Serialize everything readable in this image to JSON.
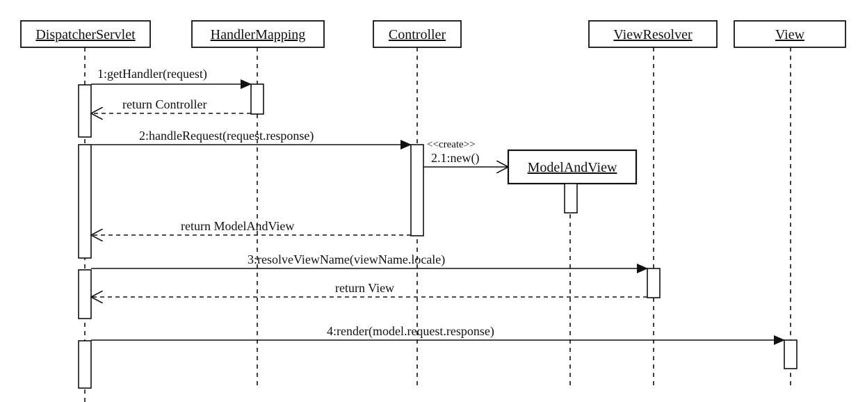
{
  "participants": [
    {
      "id": "dispatcher",
      "name": "DispatcherServlet"
    },
    {
      "id": "handlermapping",
      "name": "HandlerMapping"
    },
    {
      "id": "controller",
      "name": "Controller"
    },
    {
      "id": "viewresolver",
      "name": "ViewResolver"
    },
    {
      "id": "view",
      "name": "View"
    }
  ],
  "created_object": {
    "name": "ModelAndView",
    "stereotype": "<<create>>"
  },
  "messages": {
    "m1": "1:getHandler(request)",
    "r1": "return Controller",
    "m2": "2:handleRequest(request.response)",
    "m21": "2.1:new()",
    "r2": "return ModelAndView",
    "m3": "3:resolveViewName(viewName.locale)",
    "r3": "return View",
    "m4": "4:render(model.request.response)"
  },
  "colors": {
    "ink": "#111111",
    "background": "#ffffff"
  }
}
